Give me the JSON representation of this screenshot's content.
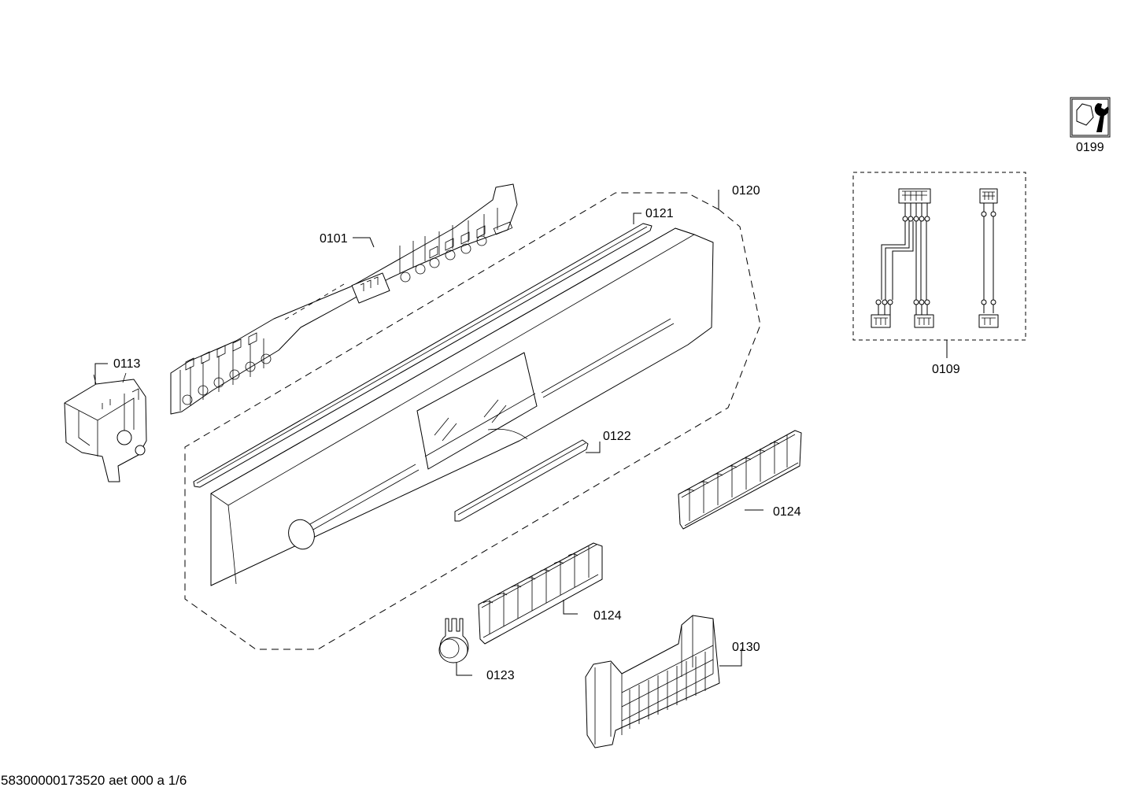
{
  "callouts": {
    "c0101": "0101",
    "c0109": "0109",
    "c0113": "0113",
    "c0120": "0120",
    "c0121": "0121",
    "c0122": "0122",
    "c0123": "0123",
    "c0124a": "0124",
    "c0124b": "0124",
    "c0130": "0130",
    "c0199": "0199"
  },
  "footer": {
    "document_id": "58300000173520 aet 000 a 1/6"
  }
}
